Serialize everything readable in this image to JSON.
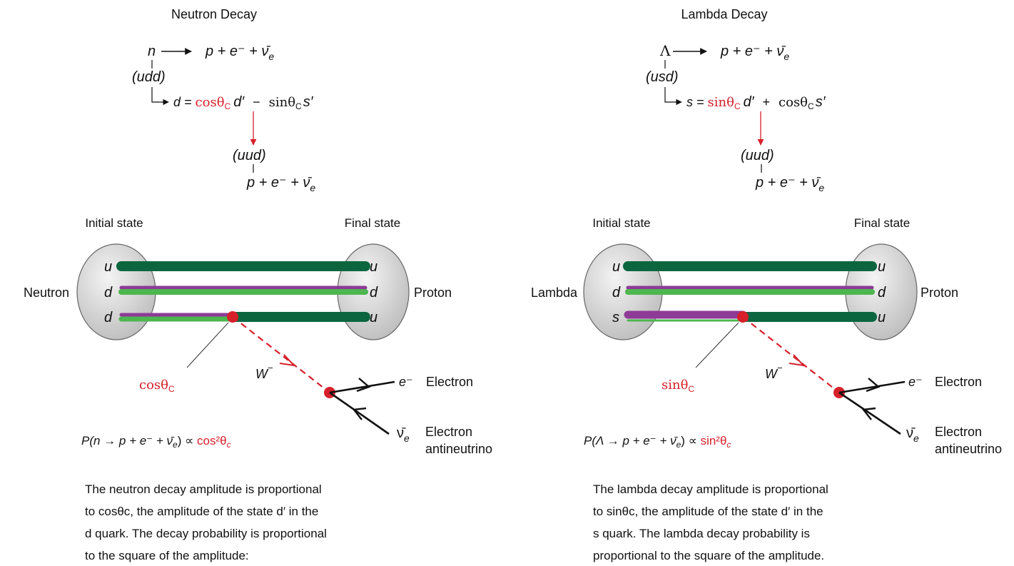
{
  "colors": {
    "dark_green": "#0b6640",
    "light_green": "#4db64f",
    "purple": "#8e3a97",
    "red": "#d6202a",
    "hadron_fill": "#cfcfcf",
    "text": "#111111"
  },
  "neutron": {
    "title": "Neutron Decay",
    "reaction": {
      "particle": "n",
      "arrow": "⟶",
      "products": "p  +  e⁻  +  ν̄",
      "sub": "e"
    },
    "quark_content": "(udd)",
    "mixing": {
      "lhs": "d =",
      "coef1": "cosθ",
      "coef1_sub": "C",
      "term1": "d′",
      "op": "−",
      "coef2": "sinθ",
      "coef2_sub": "C",
      "term2": "s′"
    },
    "final_quarks": "(uud)",
    "final_reaction": {
      "products": "p  +  e⁻  +  ν̄",
      "sub": "e"
    },
    "initial_label": "Initial state",
    "final_label": "Final state",
    "initial_hadron": "Neutron",
    "final_hadron": "Proton",
    "initial_quarks": [
      "u",
      "d",
      "d"
    ],
    "final_quarks_list": [
      "u",
      "d",
      "u"
    ],
    "vertex_coef": "cosθ",
    "vertex_coef_sub": "C",
    "boson": "W",
    "boson_sup": "−",
    "lepton1_symbol": "e⁻",
    "lepton1_name": "Electron",
    "lepton2_symbol": "ν̄",
    "lepton2_sub": "e",
    "lepton2_name_1": "Electron",
    "lepton2_name_2": "antineutrino",
    "probability": {
      "lhs": "P(n → p +  e⁻ + ν̄",
      "sub": "e",
      "close": ") ∝ ",
      "rhs": "cos²θ",
      "rhs_sub": "c"
    },
    "description": [
      "The neutron decay amplitude is proportional",
      "to cosθc, the amplitude of the state d′ in the",
      "d quark. The decay probability is proportional",
      "to the square of the amplitude:"
    ]
  },
  "lambda": {
    "title": "Lambda Decay",
    "reaction": {
      "particle": "Λ",
      "arrow": "⟶",
      "products": "p  + e⁻  +  ν̄",
      "sub": "e"
    },
    "quark_content": "(usd)",
    "mixing": {
      "lhs": "s =",
      "coef1": "sinθ",
      "coef1_sub": "C",
      "term1": "d′",
      "op": "+",
      "coef2": "cosθ",
      "coef2_sub": "C",
      "term2": "s′"
    },
    "final_quarks": "(uud)",
    "final_reaction": {
      "products": "p  + e⁻  +  ν̄",
      "sub": "e"
    },
    "initial_label": "Initial state",
    "final_label": "Final state",
    "initial_hadron": "Lambda",
    "final_hadron": "Proton",
    "initial_quarks": [
      "u",
      "d",
      "s"
    ],
    "final_quarks_list": [
      "u",
      "d",
      "u"
    ],
    "vertex_coef": "sinθ",
    "vertex_coef_sub": "C",
    "boson": "W",
    "boson_sup": "−",
    "lepton1_symbol": "e⁻",
    "lepton1_name": "Electron",
    "lepton2_symbol": "ν̄",
    "lepton2_sub": "e",
    "lepton2_name_1": "Electron",
    "lepton2_name_2": "antineutrino",
    "probability": {
      "lhs": "P(Λ → p + e⁻ + ν̄",
      "sub": "e",
      "close": ") ∝ ",
      "rhs": "sin²θ",
      "rhs_sub": "c"
    },
    "description": [
      "The lambda decay amplitude is proportional",
      "to sinθc, the amplitude of the state d′ in the",
      "s quark. The lambda decay probability is",
      "proportional to the square of the amplitude."
    ]
  }
}
